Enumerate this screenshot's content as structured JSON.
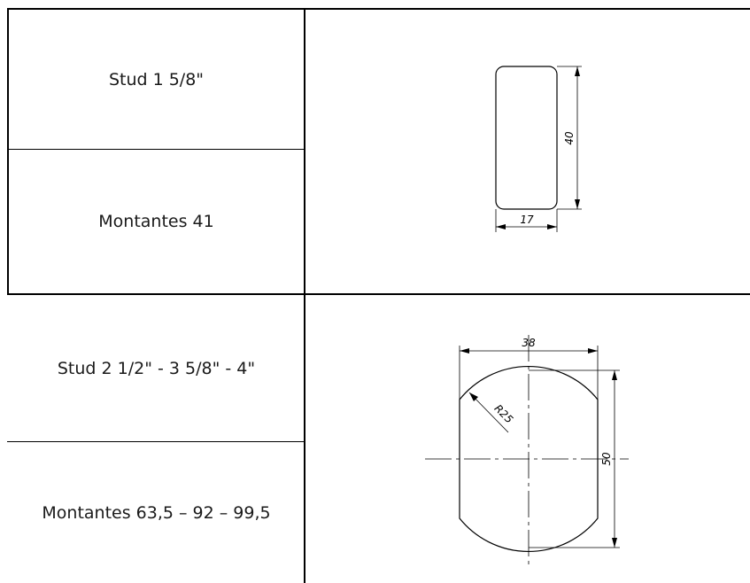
{
  "rows": [
    {
      "labels": [
        "Stud 1 5/8\"",
        "Montantes 41"
      ],
      "drawing": {
        "shape": "rounded-rectangle",
        "dims": {
          "width": "17",
          "height": "40"
        }
      }
    },
    {
      "labels": [
        "Stud 2 1/2\" - 3 5/8\" - 4\"",
        "Montantes 63,5 – 92 – 99,5"
      ],
      "drawing": {
        "shape": "truncated-circle",
        "dims": {
          "width": "38",
          "height": "50",
          "radius": "R25"
        }
      }
    }
  ]
}
